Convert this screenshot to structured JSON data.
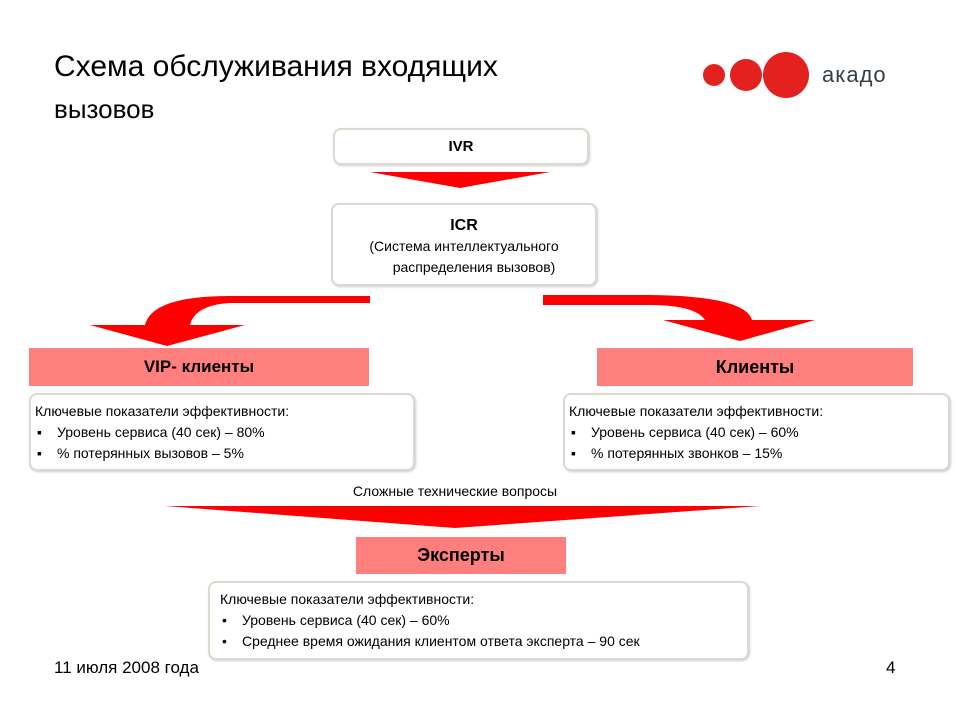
{
  "title_line1": "Схема обслуживания входящих",
  "title_line2": "вызовов",
  "logo": {
    "text": "акадо",
    "color": "#e3211f"
  },
  "accent_color": "#ff0000",
  "header_fill": "#ff7f7f",
  "ivr": "IVR",
  "icr": {
    "title": "ICR",
    "line1": "(Система интеллектуального",
    "line2": "распределения вызовов)"
  },
  "vip": {
    "label": "VIP- клиенты",
    "kpi_title": "Ключевые показатели эффективности:",
    "items": [
      "Уровень сервиса (40 сек) – 80%",
      "% потерянных вызовов – 5%"
    ]
  },
  "clients": {
    "label": "Клиенты",
    "kpi_title": "Ключевые показатели эффективности:",
    "items": [
      "Уровень сервиса (40 сек) – 60%",
      "% потерянных звонков – 15%"
    ]
  },
  "escalation_label": "Сложные технические вопросы",
  "experts": {
    "label": "Эксперты",
    "kpi_title": "Ключевые показатели эффективности:",
    "items": [
      "Уровень сервиса (40 сек) – 60%",
      "Среднее время ожидания клиентом ответа эксперта – 90 сек"
    ]
  },
  "footer": {
    "date": "11 июля 2008 года",
    "page": "4"
  }
}
